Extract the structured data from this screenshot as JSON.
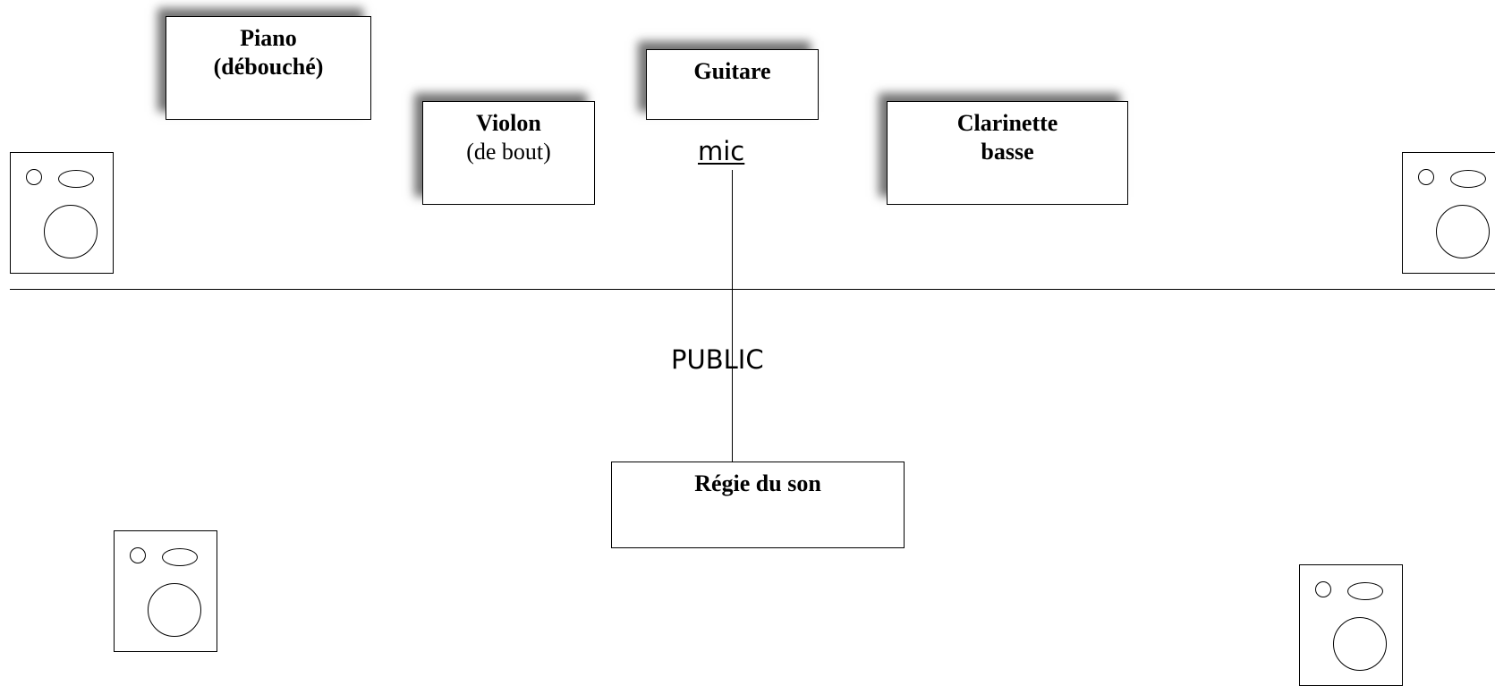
{
  "instruments": {
    "piano": {
      "line1": "Piano",
      "line2": "(débouché)"
    },
    "violon": {
      "line1": "Violon",
      "line2": "(de bout)"
    },
    "guitare": {
      "line1": "Guitare"
    },
    "clarinette": {
      "line1": "Clarinette",
      "line2": "basse"
    }
  },
  "mic_label": "mic",
  "public_label": "PUBLIC",
  "regie": {
    "label": "Régie du son"
  },
  "speakers": [
    {
      "name": "speaker-top-left"
    },
    {
      "name": "speaker-top-right"
    },
    {
      "name": "speaker-bottom-left"
    },
    {
      "name": "speaker-bottom-right"
    }
  ],
  "colors": {
    "line": "#000000",
    "background": "#ffffff",
    "shadow": "#555555"
  }
}
